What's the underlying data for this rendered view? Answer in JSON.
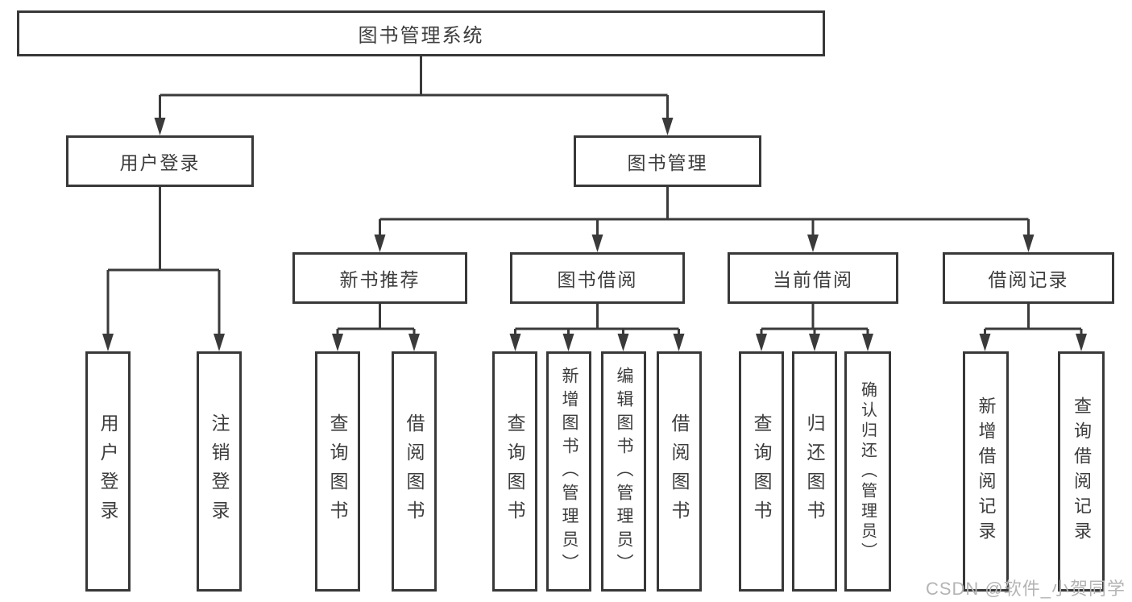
{
  "diagram": {
    "root": {
      "label": "图书管理系统"
    },
    "branches": [
      {
        "label": "用户登录",
        "children": [
          "用户登录",
          "注销登录"
        ]
      },
      {
        "label": "图书管理",
        "sections": [
          {
            "label": "新书推荐",
            "children": [
              "查询图书",
              "借阅图书"
            ]
          },
          {
            "label": "图书借阅",
            "children": [
              "查询图书",
              "新增图书（管理员）",
              "编辑图书（管理员）",
              "借阅图书"
            ]
          },
          {
            "label": "当前借阅",
            "children": [
              "查询图书",
              "归还图书",
              "确认归还（管理员）"
            ]
          },
          {
            "label": "借阅记录",
            "children": [
              "新增借阅记录",
              "查询借阅记录"
            ]
          }
        ]
      }
    ]
  },
  "watermark": {
    "text": "CSDN @软件_小贺同学"
  },
  "colors": {
    "line": "#3a3a3a",
    "border": "#383838",
    "text": "#3d3d3d",
    "background": "#ffffff",
    "watermark": "#b4b4b4"
  }
}
